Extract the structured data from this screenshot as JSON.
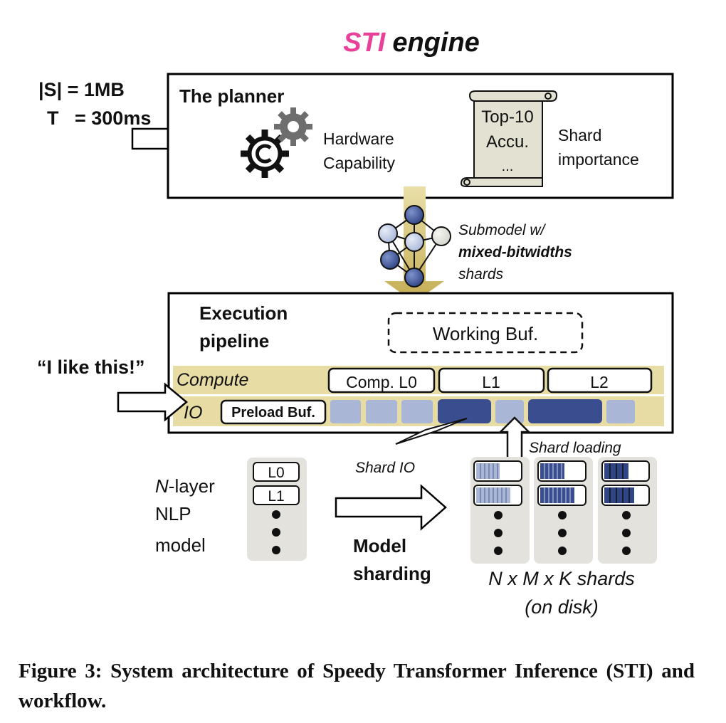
{
  "title": {
    "accent": "STI",
    "rest": "engine",
    "accent_color": "#e8419a"
  },
  "constraints": {
    "size": "|S| = 1MB",
    "time": "T   = 300ms"
  },
  "planner": {
    "title": "The planner",
    "hardware_line1": "Hardware",
    "hardware_line2": "Capability",
    "scroll_line1": "Top-10",
    "scroll_line2": "Accu.",
    "scroll_line3": "...",
    "importance_line1": "Shard",
    "importance_line2": "importance"
  },
  "submodel": {
    "line1": "Submodel w/",
    "line2": "mixed-bitwidths",
    "line3": "shards"
  },
  "pipeline": {
    "title_line1": "Execution",
    "title_line2": "pipeline",
    "working_buffer": "Working Buf.",
    "compute_label": "Compute",
    "io_label": "IO",
    "compute_blocks": [
      "Comp. L0",
      "L1",
      "L2"
    ],
    "preload_buffer": "Preload Buf."
  },
  "input_sentence": "“I like this!”",
  "shard_io": "Shard IO",
  "shard_loading": "Shard loading",
  "model": {
    "line1_italic": "N",
    "line1_rest": "-layer",
    "line2": "NLP",
    "line3": "model",
    "layers": [
      "L0",
      "L1"
    ]
  },
  "sharding": {
    "line1": "Model",
    "line2": "sharding"
  },
  "shards": {
    "line1": "N x M x K shards",
    "line2": "(on disk)"
  },
  "caption": "Figure 3: System architecture of Speedy Transformer Inference (STI) and workflow.",
  "colors": {
    "gold": "#c9b25a",
    "gold_light": "#e6dca4",
    "dark_blue": "#3a4d8f",
    "light_blue": "#a9b6d6",
    "shard_bg": "#e3e2dc"
  }
}
